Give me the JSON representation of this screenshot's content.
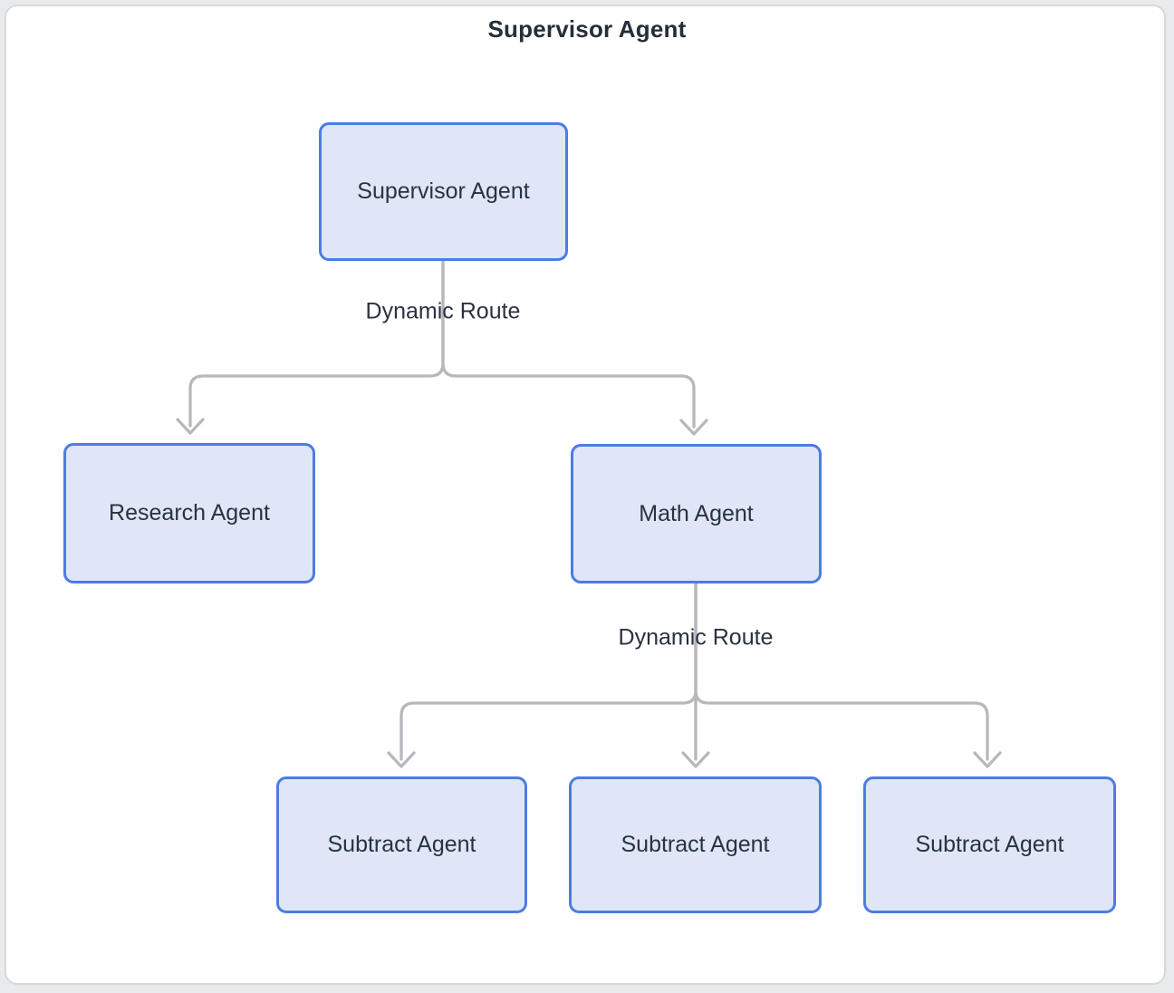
{
  "diagram": {
    "title": "Supervisor Agent",
    "nodes": [
      {
        "id": "supervisor-agent",
        "label": "Supervisor Agent"
      },
      {
        "id": "research-agent",
        "label": "Research Agent"
      },
      {
        "id": "math-agent",
        "label": "Math Agent"
      },
      {
        "id": "subtract-agent-1",
        "label": "Subtract Agent"
      },
      {
        "id": "subtract-agent-2",
        "label": "Subtract Agent"
      },
      {
        "id": "subtract-agent-3",
        "label": "Subtract Agent"
      }
    ],
    "edge_labels": [
      {
        "text": "Dynamic Route"
      },
      {
        "text": "Dynamic Route"
      }
    ],
    "edges": [
      {
        "from": "supervisor-agent",
        "to": "research-agent"
      },
      {
        "from": "supervisor-agent",
        "to": "math-agent"
      },
      {
        "from": "math-agent",
        "to": "subtract-agent-1"
      },
      {
        "from": "math-agent",
        "to": "subtract-agent-2"
      },
      {
        "from": "math-agent",
        "to": "subtract-agent-3"
      }
    ],
    "colors": {
      "node_fill": "#dee6f8",
      "node_border": "#4d7ce2",
      "connector": "#b7b8bc",
      "node_text": "#2a323f",
      "title_text": "#262e39",
      "frame_border": "#d8d8dc",
      "canvas_background": "#ffffff"
    }
  }
}
